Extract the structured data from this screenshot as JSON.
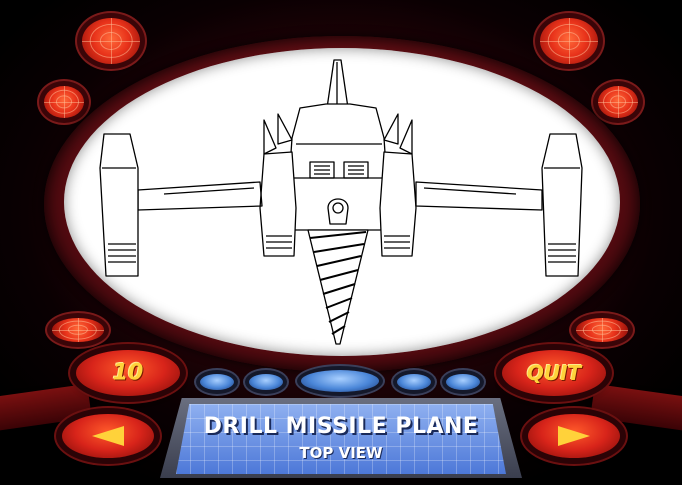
{
  "viewer": {
    "subject": "drill-missile-plane-blueprint",
    "background": "#ffffff"
  },
  "controls": {
    "left_button_label": "10",
    "right_button_label": "QUIT",
    "prev_icon": "arrow-left-icon",
    "next_icon": "arrow-right-icon"
  },
  "info_panel": {
    "title": "DRILL MISSILE PLANE",
    "subtitle": "TOP VIEW"
  },
  "colors": {
    "console_red": "#d8241a",
    "label_yellow": "#ffd23a",
    "panel_blue": "#4d78d8",
    "frame_dark": "#2a0409"
  }
}
